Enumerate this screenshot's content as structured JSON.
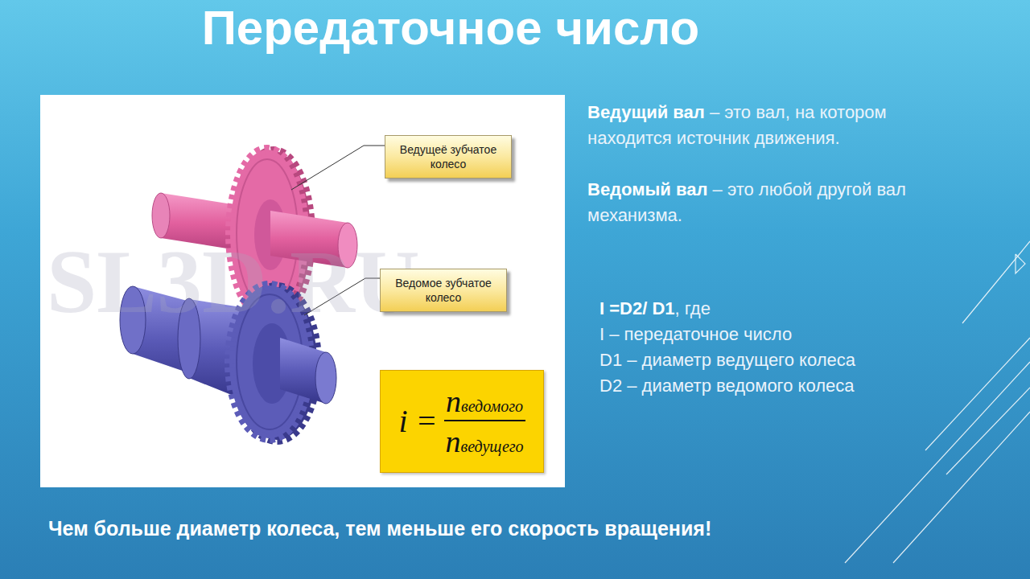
{
  "diagram": {
    "title": "Передаточное число",
    "caption": "Чем больше диаметр колеса, тем меньше его скорость вращения!",
    "nodes": [
      {
        "text": [
          "Ведущеё зубчатое колесо"
        ]
      },
      {
        "text": [
          "Ведомое зубчатое колесо"
        ]
      },
      {
        "text": [
          "i =",
          "n",
          "ведомого",
          "n",
          "ведущего"
        ]
      }
    ],
    "labels": [
      "Ведущий вал",
      "– это вал, на котором находится источник движения.",
      "Ведомый вал",
      "– это любой другой вал механизма.",
      "I =D2/ D1",
      ", где",
      "I – передаточное число",
      "D1 – диаметр ведущего колеса",
      "D2 – диаметр ведомого колеса",
      "SL3D.RU"
    ]
  }
}
